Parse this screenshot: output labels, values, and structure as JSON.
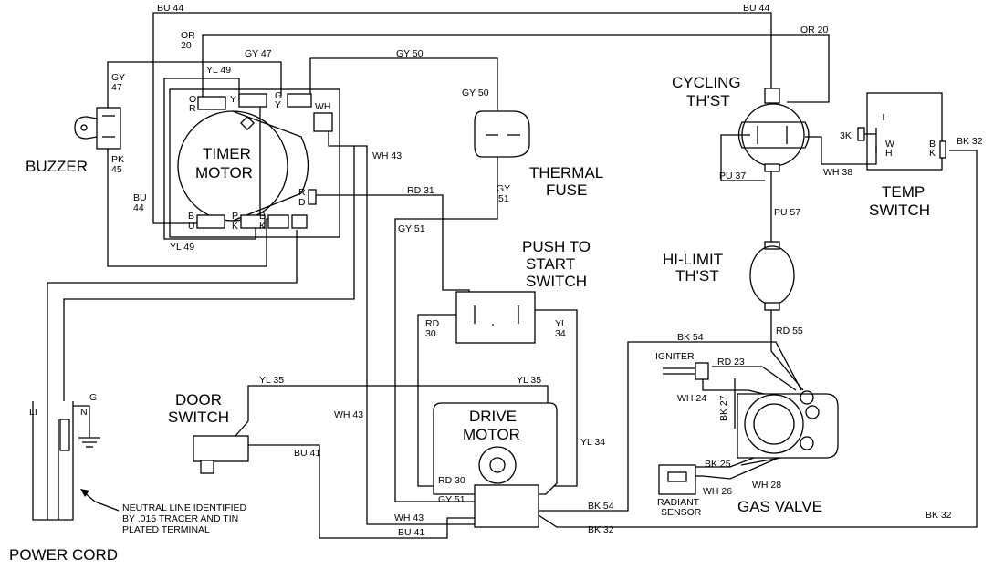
{
  "components": {
    "buzzer": "BUZZER",
    "timer_motor_1": "TIMER",
    "timer_motor_2": "MOTOR",
    "thermal_fuse_1": "THERMAL",
    "thermal_fuse_2": "FUSE",
    "cycling_thst_1": "CYCLING",
    "cycling_thst_2": "TH'ST",
    "temp_switch_1": "TEMP",
    "temp_switch_2": "SWITCH",
    "push_to_start_1": "PUSH TO",
    "push_to_start_2": "START",
    "push_to_start_3": "SWITCH",
    "hi_limit_1": "HI-LIMIT",
    "hi_limit_2": "TH'ST",
    "door_switch_1": "DOOR",
    "door_switch_2": "SWITCH",
    "drive_motor_1": "DRIVE",
    "drive_motor_2": "MOTOR",
    "gas_valve": "GAS VALVE",
    "igniter": "IGNITER",
    "radiant_sensor_1": "RADIANT",
    "radiant_sensor_2": "SENSOR",
    "power_cord": "POWER CORD"
  },
  "wire_labels": {
    "bu44_top_left": "BU 44",
    "bu44_top_right": "BU 44",
    "or20_left_1": "OR",
    "or20_left_2": "20",
    "or20_right": "OR 20",
    "gy47_top": "GY 47",
    "gy47_left_1": "GY",
    "gy47_left_2": "47",
    "gy50_top": "GY 50",
    "gy50_fuse": "GY 50",
    "yl49_top": "YL 49",
    "yl49_bottom": "YL 49",
    "pk45_1": "PK",
    "pk45_2": "45",
    "bu44_left_1": "BU",
    "bu44_left_2": "44",
    "wh43_timer": "WH 43",
    "rd31": "RD 31",
    "gy51_fuse_1": "GY",
    "gy51_fuse_2": "51",
    "gy51_mid": "GY 51",
    "rd30_top_1": "RD",
    "rd30_top_2": "30",
    "yl34_top_1": "YL",
    "yl34_top_2": "34",
    "yl35_left": "YL 35",
    "yl35_right": "YL 35",
    "wh43_mid": "WH 43",
    "bu41_mid": "BU 41",
    "yl34_right": "YL 34",
    "rd30_bottom": "RD 30",
    "gy51_bottom": "GY 51",
    "wh43_bottom": "WH 43",
    "bu41_bottom": "BU 41",
    "bk54_bottom": "BK 54",
    "bk32_bottom": "BK 32",
    "bk32_far": "BK 32",
    "pu37": "PU 37",
    "pu57": "PU 57",
    "wh38": "WH 38",
    "k3": "3K",
    "bk32_temp": "BK 32",
    "rd55": "RD 55",
    "bk54_valve": "BK 54",
    "rd23": "RD 23",
    "wh24": "WH 24",
    "bk27": "BK 27",
    "bk25": "BK 25",
    "wh26": "WH 26",
    "wh28": "WH 28"
  },
  "terminal_labels": {
    "or_o": "O",
    "or_r": "R",
    "y": "Y",
    "gy_g": "G",
    "gy_y": "Y",
    "wh": "WH",
    "rd_r": "R",
    "rd_d": "D",
    "bu_b": "B",
    "bu_u": "U",
    "pk_p": "P",
    "pk_k": "K",
    "bk_b": "B",
    "bk_k": "K",
    "wh_w": "W",
    "wh_h": "H",
    "tb_b": "B",
    "tb_k": "K"
  },
  "power_cord_labels": {
    "l1": "LI",
    "n": "N",
    "g": "G"
  },
  "notes": {
    "neutral_1": "NEUTRAL LINE IDENTIFIED",
    "neutral_2": "BY .015 TRACER AND TIN",
    "neutral_3": "PLATED TERMINAL"
  }
}
